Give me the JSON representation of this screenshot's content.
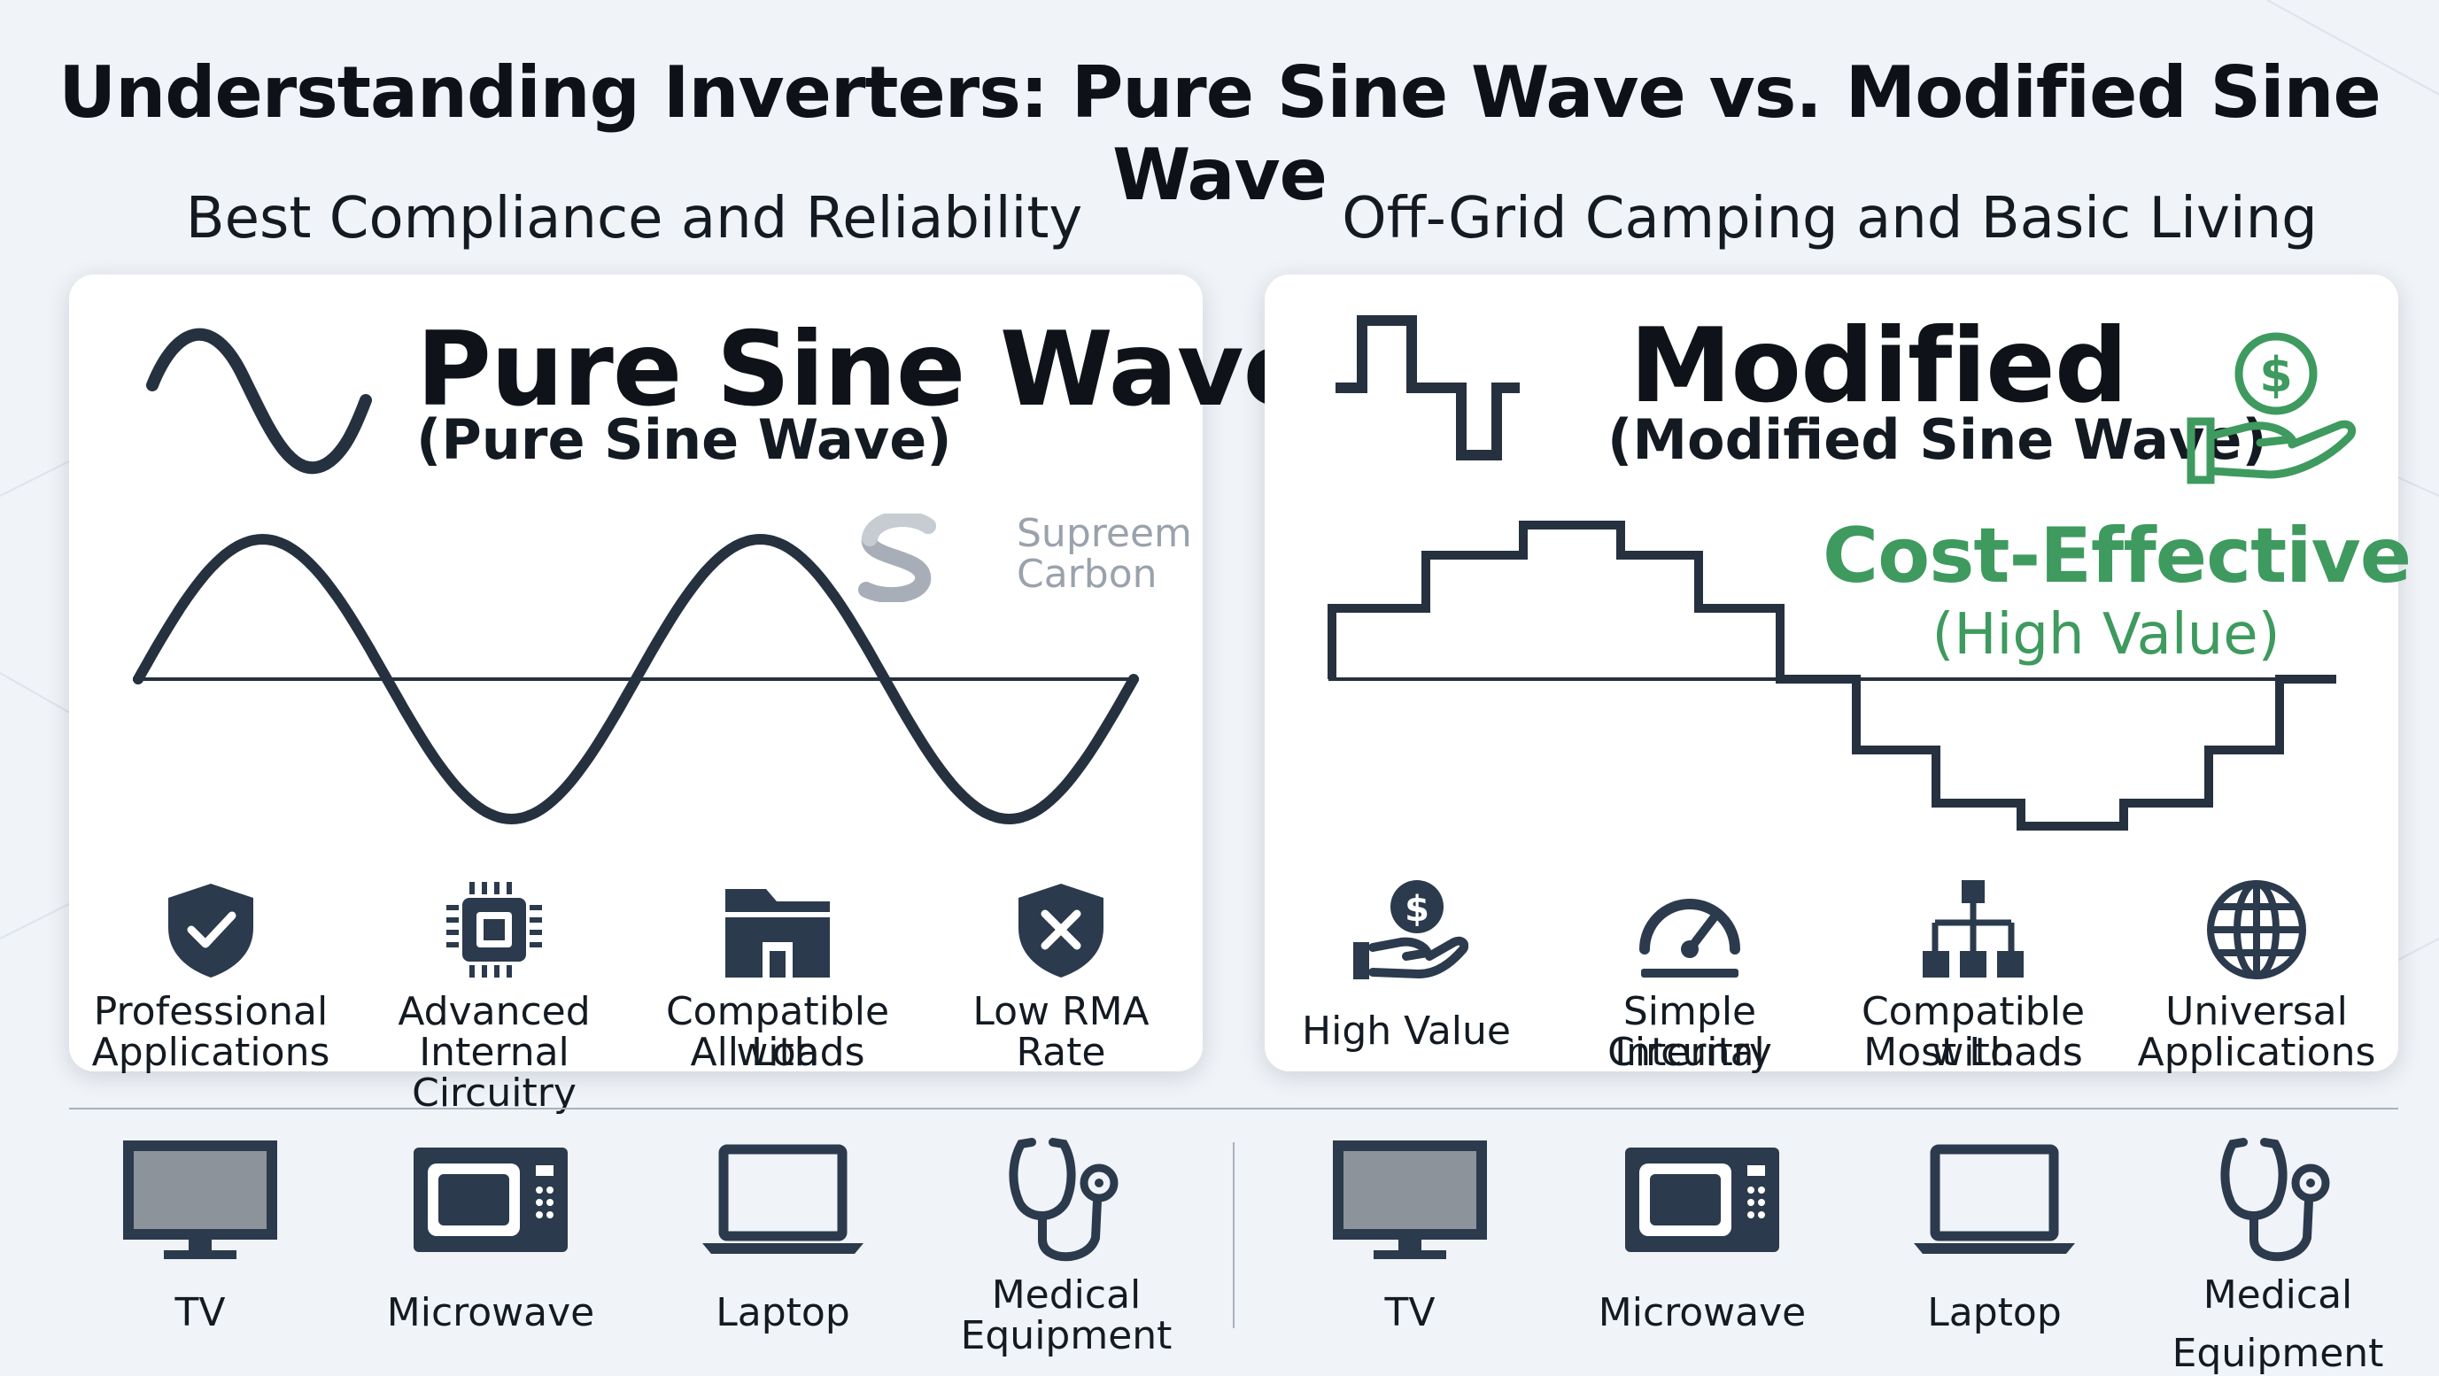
{
  "title": "Understanding Inverters: Pure Sine Wave vs. Modified Sine Wave",
  "left": {
    "subtitle": "Best Compliance and Reliability",
    "card_title": "Pure Sine Wave",
    "card_sub": "(Pure Sine Wave)",
    "brand": {
      "line1": "Supreem",
      "line2": "Carbon"
    },
    "features": [
      {
        "icon": "shield-check-icon",
        "line1": "Professional",
        "line2": "Applications"
      },
      {
        "icon": "chip-icon",
        "line1": "Advanced",
        "line2": "Internal Circuitry"
      },
      {
        "icon": "folder-icon",
        "line1": "Compatible with",
        "line2": "All Loads"
      },
      {
        "icon": "shield-x-icon",
        "line1": "Low RMA",
        "line2": "Rate"
      }
    ]
  },
  "right": {
    "subtitle": "Off-Grid Camping and Basic Living",
    "card_title": "Modified",
    "card_sub": "(Modified Sine Wave)",
    "cost_title": "Cost-Effective",
    "cost_sub": "(High Value)",
    "features": [
      {
        "icon": "hand-dollar-icon",
        "line1": "High Value",
        "line2": ""
      },
      {
        "icon": "gauge-icon",
        "line1": "Simple Internal",
        "line2": "Circuitry"
      },
      {
        "icon": "hierarchy-icon",
        "line1": "Compatible with",
        "line2": "Most Loads"
      },
      {
        "icon": "globe-icon",
        "line1": "Universal",
        "line2": "Applications"
      }
    ]
  },
  "devices": {
    "left": [
      {
        "icon": "tv-icon",
        "line1": "TV",
        "line2": ""
      },
      {
        "icon": "microwave-icon",
        "line1": "Microwave",
        "line2": ""
      },
      {
        "icon": "laptop-icon",
        "line1": "Laptop",
        "line2": ""
      },
      {
        "icon": "stethoscope-icon",
        "line1": "Medical",
        "line2": "Equipment"
      }
    ],
    "right": [
      {
        "icon": "tv-icon",
        "line1": "TV",
        "line2": ""
      },
      {
        "icon": "microwave-icon",
        "line1": "Microwave",
        "line2": ""
      },
      {
        "icon": "laptop-icon",
        "line1": "Laptop",
        "line2": ""
      },
      {
        "icon": "stethoscope-icon",
        "line1": "Medical",
        "line2": "Equipment"
      }
    ]
  },
  "colors": {
    "icon": "#2b3a4c",
    "accent_green": "#3e9a5e",
    "wave": "#26313f",
    "brand": "#9aa2ac"
  }
}
